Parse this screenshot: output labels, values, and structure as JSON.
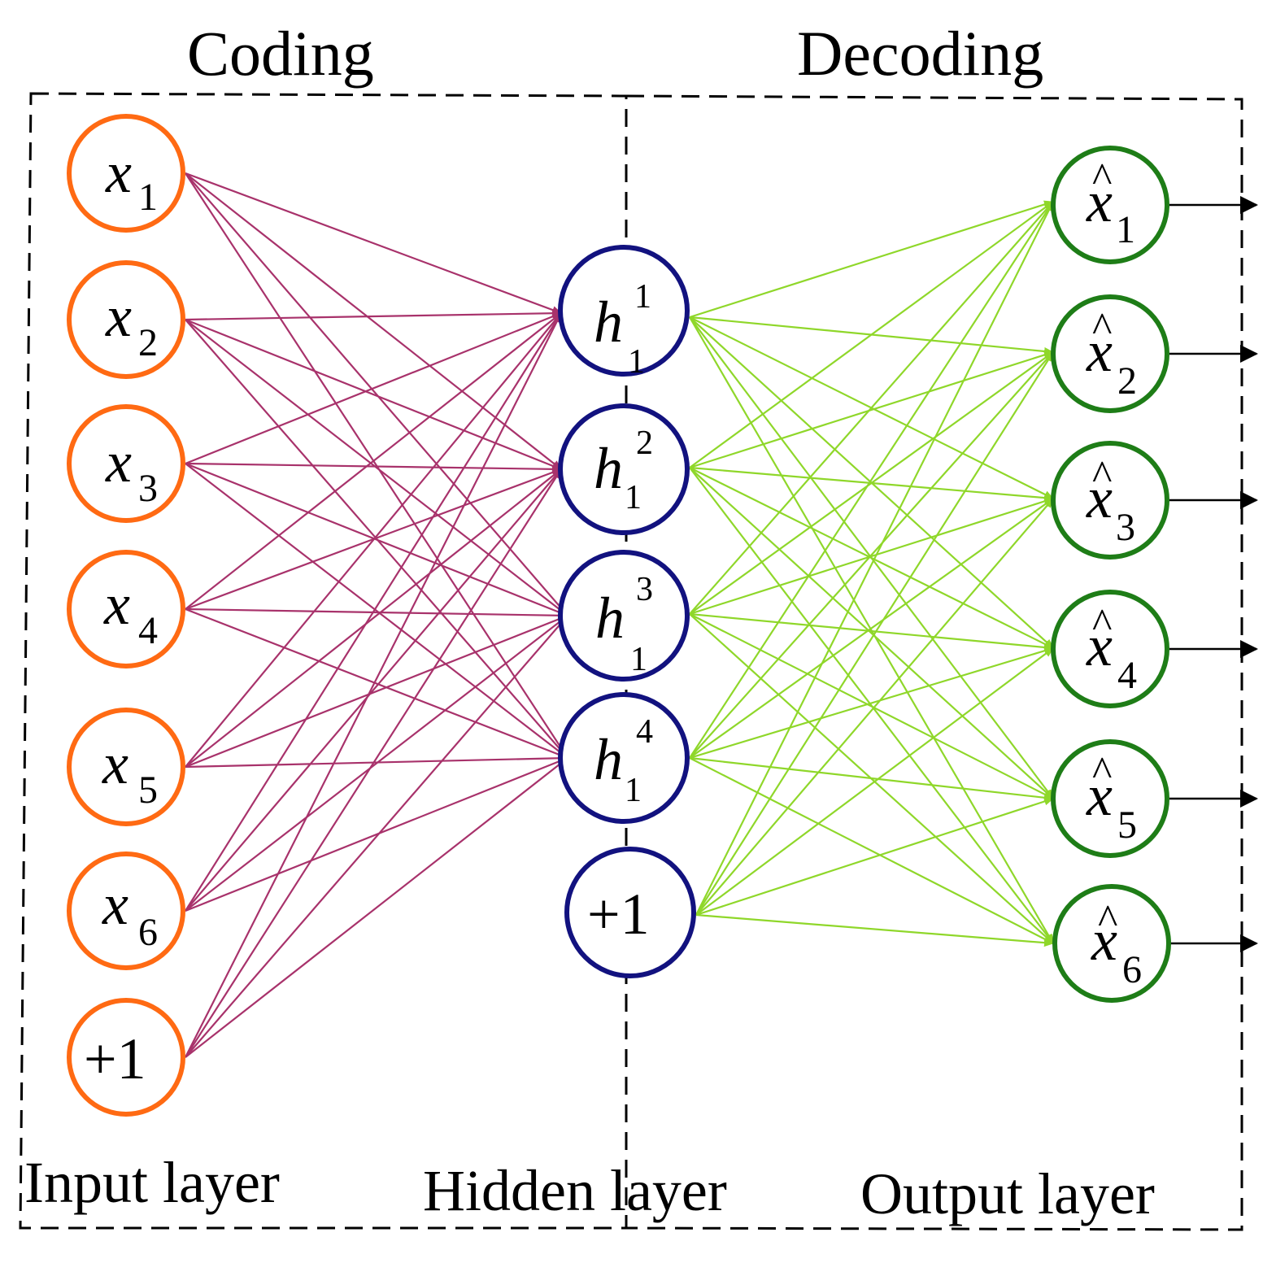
{
  "titles": {
    "coding": "Coding",
    "decoding": "Decoding"
  },
  "layer_labels": {
    "input": "Input layer",
    "hidden": "Hidden layer",
    "output": "Output layer"
  },
  "colors": {
    "input_node": "#ff6a13",
    "hidden_node": "#12127f",
    "output_node": "#1e7d17",
    "encoder_edges": "#a8326b",
    "decoder_edges": "#8fd72a",
    "output_arrows": "#000000",
    "frame": "#000000"
  },
  "input_nodes": [
    {
      "var": "x",
      "sub": "1"
    },
    {
      "var": "x",
      "sub": "2"
    },
    {
      "var": "x",
      "sub": "3"
    },
    {
      "var": "x",
      "sub": "4"
    },
    {
      "var": "x",
      "sub": "5"
    },
    {
      "var": "x",
      "sub": "6"
    }
  ],
  "input_bias": "+1",
  "hidden_nodes": [
    {
      "var": "h",
      "sup": "1",
      "sub": "1"
    },
    {
      "var": "h",
      "sup": "2",
      "sub": "1"
    },
    {
      "var": "h",
      "sup": "3",
      "sub": "1"
    },
    {
      "var": "h",
      "sup": "4",
      "sub": "1"
    }
  ],
  "hidden_bias": "+1",
  "output_nodes": [
    {
      "var": "x",
      "hat": "^",
      "sub": "1"
    },
    {
      "var": "x",
      "hat": "^",
      "sub": "2"
    },
    {
      "var": "x",
      "hat": "^",
      "sub": "3"
    },
    {
      "var": "x",
      "hat": "^",
      "sub": "4"
    },
    {
      "var": "x",
      "hat": "^",
      "sub": "5"
    },
    {
      "var": "x",
      "hat": "^",
      "sub": "6"
    }
  ]
}
